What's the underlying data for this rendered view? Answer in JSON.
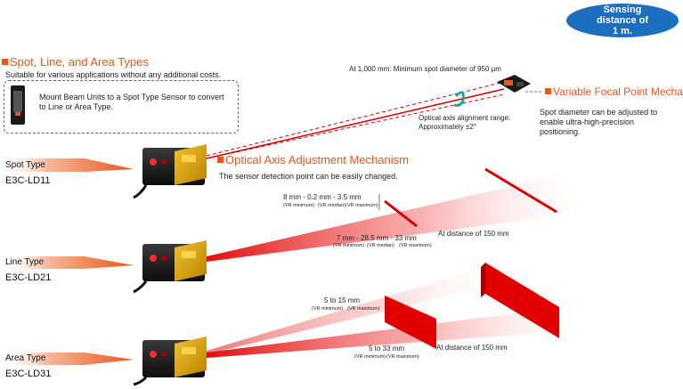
{
  "badge": {
    "line1": "Sensing",
    "line2": "distance of",
    "line3": "1 m."
  },
  "spot_line_area": {
    "heading": "Spot, Line, and Area Types",
    "subtext": "Suitable for various applications without any additional costs.",
    "callout": "Mount Beam Units to a Spot Type Sensor to convert to Line or Area Type."
  },
  "spot_diameter_note": "At 1,000 mm: Minimum spot diameter of 950 µm",
  "variable_focal": {
    "heading": "Variable Focal Point Mechanism",
    "text": "Spot diameter can be adjusted to enable ultra-high-precision positioning."
  },
  "alignment_range": {
    "line1": "Optical axis alignment range:",
    "line2": "Approximately ±2°"
  },
  "optical_axis": {
    "heading": "Optical Axis Adjustment Mechanism",
    "text": "The sensor detection point can be easily changed."
  },
  "spot_type": {
    "label": "Spot Type",
    "model": "E3C-LD11"
  },
  "line_type": {
    "label": "Line Type",
    "model": "E3C-LD21",
    "near_dims": "8 mm - 0.2 mm - 3.5 mm",
    "near_min": "(VR minimum)",
    "near_med": "(VR median)",
    "near_max": "(VR maximum)",
    "far_dims": "7 mm - 28.5 mm - 33 mm",
    "far_min": "(VR minimum)",
    "far_med": "(VR median)",
    "far_max": "(VR maximum)",
    "distance": "At distance of 150 mm"
  },
  "area_type": {
    "label": "Area Type",
    "model": "E3C-LD31",
    "near_dims": "5 to 15 mm",
    "near_min": "(VR minimum)",
    "near_max": "(VR maximum)",
    "far_dims": "5 to 33 mm",
    "far_min": "(VR minimum)",
    "far_max": "(VR maximum)",
    "distance": "At distance of 150 mm"
  },
  "colors": {
    "accent": "#e8561a",
    "badge_blue": "#1c6fbf",
    "laser_red": "#d40000",
    "sensor_yellow": "#e0a400"
  }
}
